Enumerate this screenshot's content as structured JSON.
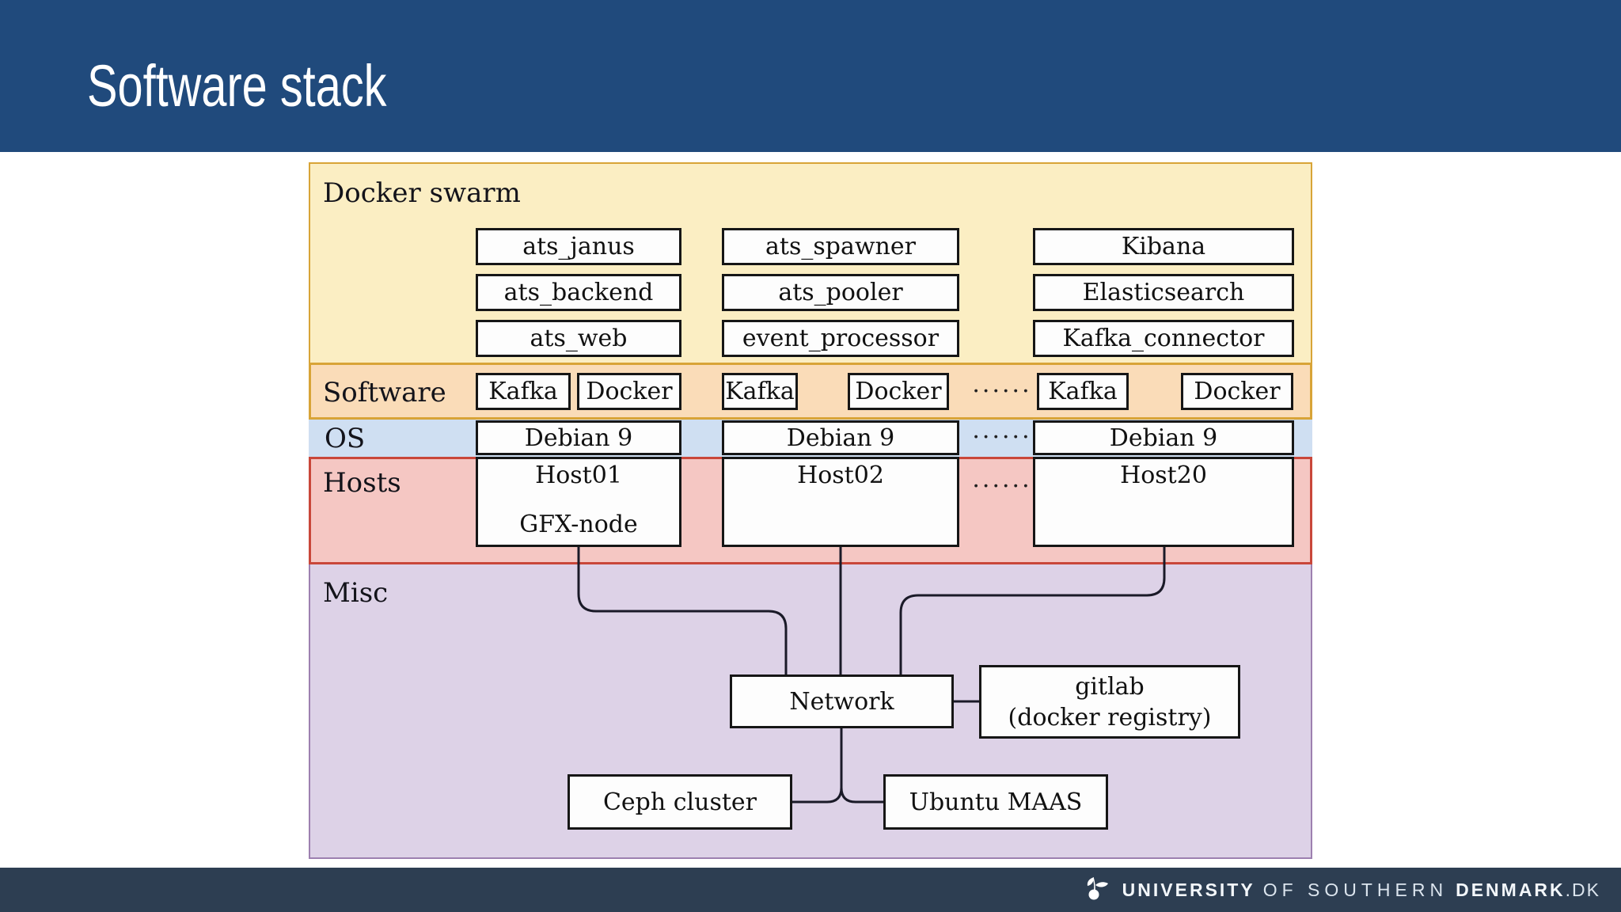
{
  "title": "Software stack",
  "bands": {
    "swarm": {
      "label": "Docker swarm"
    },
    "software": {
      "label": "Software"
    },
    "os": {
      "label": "OS"
    },
    "hosts": {
      "label": "Hosts"
    },
    "misc": {
      "label": "Misc"
    }
  },
  "swarm_boxes": [
    "ats_janus",
    "ats_spawner",
    "Kibana",
    "ats_backend",
    "ats_pooler",
    "Elasticsearch",
    "ats_web",
    "event_processor",
    "Kafka_connector"
  ],
  "software_boxes": [
    "Kafka",
    "Docker",
    "Kafka",
    "Docker",
    "Kafka",
    "Docker"
  ],
  "os_boxes": [
    "Debian 9",
    "Debian 9",
    "Debian 9"
  ],
  "host_boxes": [
    {
      "name": "Host01",
      "note": "GFX-node"
    },
    {
      "name": "Host02",
      "note": ""
    },
    {
      "name": "Host20",
      "note": ""
    }
  ],
  "dots": "······",
  "misc_nodes": {
    "network": "Network",
    "gitlab": [
      "gitlab",
      "(docker registry)"
    ],
    "ceph": "Ceph cluster",
    "maas": "Ubuntu MAAS"
  },
  "footer": {
    "part1": "UNIVERSITY",
    "part2": "OF SOUTHERN",
    "part3": "DENMARK",
    "part4": ".DK"
  },
  "colors": {
    "banner_bg": "#204a7c",
    "footer_bg": "#2d3e52",
    "swarm_bg": "#fbeec3",
    "software_bg": "#fadcb8",
    "os_bg": "#cfdff2",
    "hosts_bg": "#f5c7c3",
    "misc_bg": "#ddd2e7",
    "gold_border": "#d8a437",
    "red_border": "#c9473a",
    "purple_border": "#9d80b0",
    "box_border": "#161616",
    "box_bg": "#fdfdfd"
  }
}
